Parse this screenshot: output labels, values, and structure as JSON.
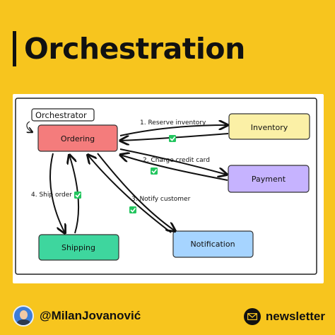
{
  "header": {
    "title": "Orchestration"
  },
  "diagram": {
    "orchestrator_label": "Orchestrator",
    "nodes": {
      "ordering": "Ordering",
      "inventory": "Inventory",
      "payment": "Payment",
      "shipping": "Shipping",
      "notification": "Notification"
    },
    "steps": {
      "reserve_inventory": "1. Reserve inventory",
      "charge_credit_card": "2. Charge credit card",
      "notify_customer": "3. Notify customer",
      "ship_order": "4. Ship order"
    },
    "colors": {
      "ordering": "#f47c7c",
      "inventory": "#fbf0a6",
      "payment": "#c6b3ff",
      "shipping": "#3ed69e",
      "notification": "#a6d4ff",
      "check": "#22c55e",
      "background": "#f7c51e"
    }
  },
  "footer": {
    "handle": "@MilanJovanović",
    "newsletter_label": "newsletter"
  }
}
